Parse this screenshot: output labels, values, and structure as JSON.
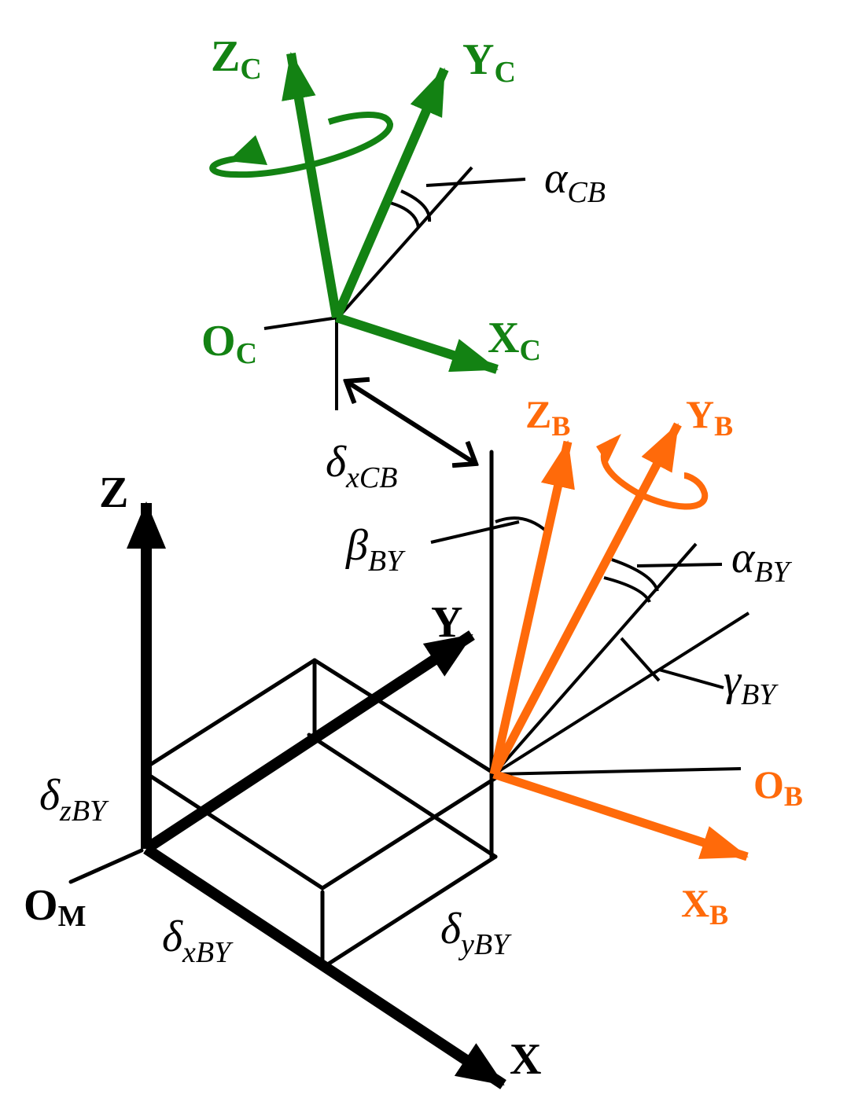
{
  "colors": {
    "ink": "#000000",
    "frame_c": "#138213",
    "frame_b": "#ff6a0a",
    "background": "#ffffff"
  },
  "frames": {
    "machine": {
      "origin": {
        "main": "O",
        "sub": "M"
      },
      "axes": {
        "x": {
          "main": "X",
          "sub": ""
        },
        "y": {
          "main": "Y",
          "sub": ""
        },
        "z": {
          "main": "Z",
          "sub": ""
        }
      }
    },
    "frame_c": {
      "origin": {
        "main": "O",
        "sub": "C"
      },
      "axes": {
        "x": {
          "main": "X",
          "sub": "C"
        },
        "y": {
          "main": "Y",
          "sub": "C"
        },
        "z": {
          "main": "Z",
          "sub": "C"
        }
      }
    },
    "frame_b": {
      "origin": {
        "main": "O",
        "sub": "B"
      },
      "axes": {
        "x": {
          "main": "X",
          "sub": "B"
        },
        "y": {
          "main": "Y",
          "sub": "B"
        },
        "z": {
          "main": "Z",
          "sub": "B"
        }
      }
    }
  },
  "errors": {
    "delta_x_cb": {
      "main": "δ",
      "sub": "xCB"
    },
    "delta_x_by": {
      "main": "δ",
      "sub": "xBY"
    },
    "delta_y_by": {
      "main": "δ",
      "sub": "yBY"
    },
    "delta_z_by": {
      "main": "δ",
      "sub": "zBY"
    },
    "alpha_cb": {
      "main": "α",
      "sub": "CB"
    },
    "alpha_by": {
      "main": "α",
      "sub": "BY"
    },
    "beta_by": {
      "main": "β",
      "sub": "BY"
    },
    "gamma_by": {
      "main": "γ",
      "sub": "BY"
    }
  }
}
